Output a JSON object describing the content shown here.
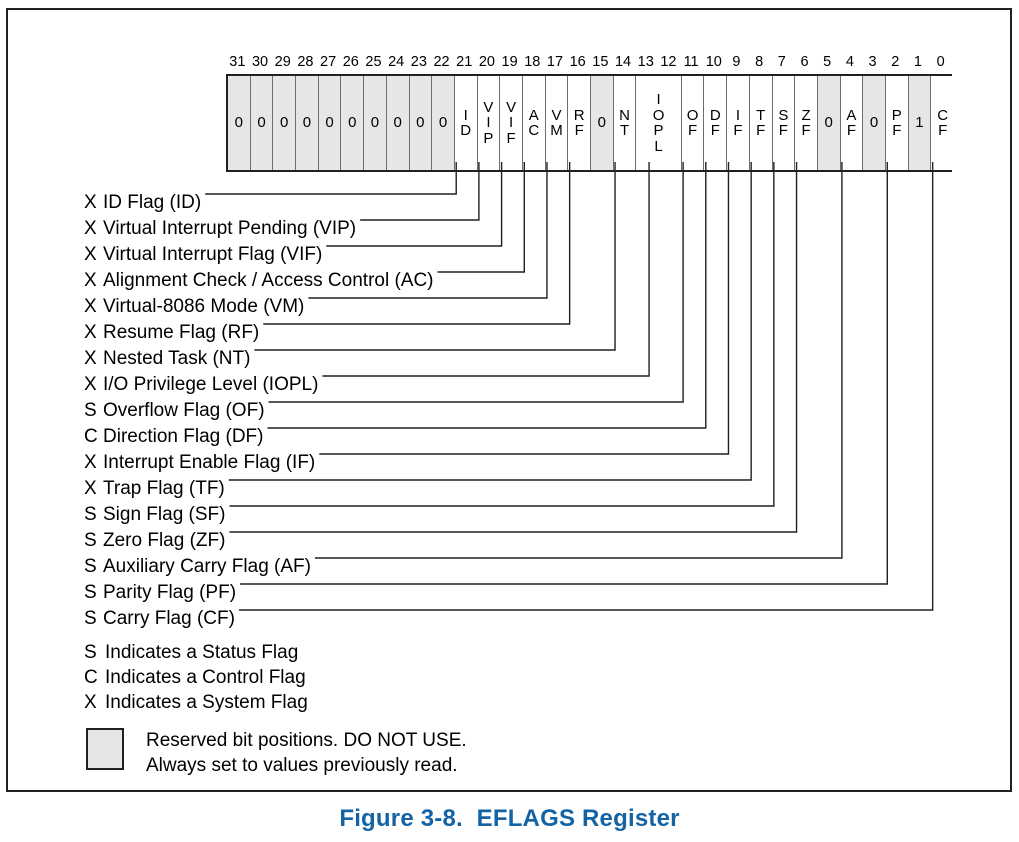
{
  "figure": {
    "caption": "Figure 3-8.  EFLAGS Register",
    "caption_color": "#1464a5",
    "reserved_fill": "#e6e6e6",
    "border_color": "#231f20"
  },
  "register": {
    "bit_numbers": [
      "31",
      "30",
      "29",
      "28",
      "27",
      "26",
      "25",
      "24",
      "23",
      "22",
      "21",
      "20",
      "19",
      "18",
      "17",
      "16",
      "15",
      "14",
      "13",
      "12",
      "11",
      "10",
      "9",
      "8",
      "7",
      "6",
      "5",
      "4",
      "3",
      "2",
      "1",
      "0"
    ],
    "cells": [
      {
        "bits": "31",
        "label": "0",
        "type": "reserved",
        "span": 1
      },
      {
        "bits": "30",
        "label": "0",
        "type": "reserved",
        "span": 1
      },
      {
        "bits": "29",
        "label": "0",
        "type": "reserved",
        "span": 1
      },
      {
        "bits": "28",
        "label": "0",
        "type": "reserved",
        "span": 1
      },
      {
        "bits": "27",
        "label": "0",
        "type": "reserved",
        "span": 1
      },
      {
        "bits": "26",
        "label": "0",
        "type": "reserved",
        "span": 1
      },
      {
        "bits": "25",
        "label": "0",
        "type": "reserved",
        "span": 1
      },
      {
        "bits": "24",
        "label": "0",
        "type": "reserved",
        "span": 1
      },
      {
        "bits": "23",
        "label": "0",
        "type": "reserved",
        "span": 1
      },
      {
        "bits": "22",
        "label": "0",
        "type": "reserved",
        "span": 1
      },
      {
        "bits": "21",
        "label": "I\nD",
        "type": "flag",
        "span": 1
      },
      {
        "bits": "20",
        "label": "V\nI\nP",
        "type": "flag",
        "span": 1
      },
      {
        "bits": "19",
        "label": "V\nI\nF",
        "type": "flag",
        "span": 1
      },
      {
        "bits": "18",
        "label": "A\nC",
        "type": "flag",
        "span": 1
      },
      {
        "bits": "17",
        "label": "V\nM",
        "type": "flag",
        "span": 1
      },
      {
        "bits": "16",
        "label": "R\nF",
        "type": "flag",
        "span": 1
      },
      {
        "bits": "15",
        "label": "0",
        "type": "reserved",
        "span": 1
      },
      {
        "bits": "14",
        "label": "N\nT",
        "type": "flag",
        "span": 1
      },
      {
        "bits": "13-12",
        "label": "I\nO\nP\nL",
        "type": "flag",
        "span": 2
      },
      {
        "bits": "11",
        "label": "O\nF",
        "type": "flag",
        "span": 1
      },
      {
        "bits": "10",
        "label": "D\nF",
        "type": "flag",
        "span": 1
      },
      {
        "bits": "9",
        "label": "I\nF",
        "type": "flag",
        "span": 1
      },
      {
        "bits": "8",
        "label": "T\nF",
        "type": "flag",
        "span": 1
      },
      {
        "bits": "7",
        "label": "S\nF",
        "type": "flag",
        "span": 1
      },
      {
        "bits": "6",
        "label": "Z\nF",
        "type": "flag",
        "span": 1
      },
      {
        "bits": "5",
        "label": "0",
        "type": "reserved",
        "span": 1
      },
      {
        "bits": "4",
        "label": "A\nF",
        "type": "flag",
        "span": 1
      },
      {
        "bits": "3",
        "label": "0",
        "type": "reserved",
        "span": 1
      },
      {
        "bits": "2",
        "label": "P\nF",
        "type": "flag",
        "span": 1
      },
      {
        "bits": "1",
        "label": "1",
        "type": "reserved",
        "span": 1
      },
      {
        "bits": "0",
        "label": "C\nF",
        "type": "flag",
        "span": 1
      }
    ]
  },
  "flag_list": [
    {
      "kind": "X",
      "text": "ID Flag (ID)",
      "bit": 21
    },
    {
      "kind": "X",
      "text": "Virtual Interrupt Pending (VIP)",
      "bit": 20
    },
    {
      "kind": "X",
      "text": "Virtual Interrupt Flag (VIF)",
      "bit": 19
    },
    {
      "kind": "X",
      "text": "Alignment Check / Access Control (AC)",
      "bit": 18
    },
    {
      "kind": "X",
      "text": "Virtual-8086 Mode (VM)",
      "bit": 17
    },
    {
      "kind": "X",
      "text": "Resume Flag (RF)",
      "bit": 16
    },
    {
      "kind": "X",
      "text": "Nested Task (NT)",
      "bit": 14
    },
    {
      "kind": "X",
      "text": "I/O Privilege Level (IOPL)",
      "bit": 12.5
    },
    {
      "kind": "S",
      "text": "Overflow Flag (OF)",
      "bit": 11
    },
    {
      "kind": "C",
      "text": "Direction Flag (DF)",
      "bit": 10
    },
    {
      "kind": "X",
      "text": "Interrupt Enable Flag (IF)",
      "bit": 9
    },
    {
      "kind": "X",
      "text": "Trap Flag (TF)",
      "bit": 8
    },
    {
      "kind": "S",
      "text": "Sign Flag (SF)",
      "bit": 7
    },
    {
      "kind": "S",
      "text": "Zero Flag (ZF)",
      "bit": 6
    },
    {
      "kind": "S",
      "text": "Auxiliary Carry Flag (AF)",
      "bit": 4
    },
    {
      "kind": "S",
      "text": "Parity Flag (PF)",
      "bit": 2
    },
    {
      "kind": "S",
      "text": "Carry Flag (CF)",
      "bit": 0
    }
  ],
  "key_list": [
    {
      "kind": "S",
      "text": "Indicates a Status Flag"
    },
    {
      "kind": "C",
      "text": "Indicates a Control Flag"
    },
    {
      "kind": "X",
      "text": "Indicates a System Flag"
    }
  ],
  "reserved_note": {
    "line1": "Reserved bit positions. DO NOT USE.",
    "line2": "Always set to values previously read."
  }
}
